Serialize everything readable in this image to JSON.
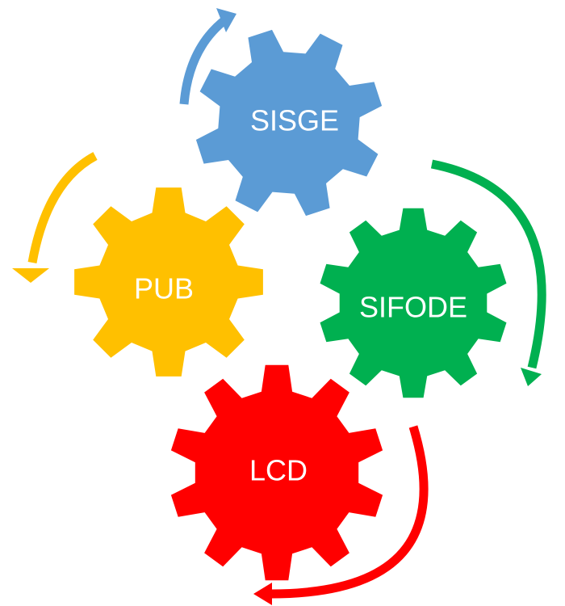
{
  "gears": [
    {
      "id": "sisge",
      "label": "SISGE",
      "color": "#5B9BD5"
    },
    {
      "id": "pub",
      "label": "PUB",
      "color": "#FFC000"
    },
    {
      "id": "sifode",
      "label": "SIFODE",
      "color": "#00B050"
    },
    {
      "id": "lcd",
      "label": "LCD",
      "color": "#FF0000"
    }
  ],
  "arrows": [
    {
      "id": "sisge",
      "color": "#5B9BD5",
      "direction": "clockwise"
    },
    {
      "id": "pub",
      "color": "#FFC000",
      "direction": "counter-clockwise"
    },
    {
      "id": "sifode",
      "color": "#00B050",
      "direction": "clockwise"
    },
    {
      "id": "lcd",
      "color": "#FF0000",
      "direction": "clockwise"
    }
  ]
}
